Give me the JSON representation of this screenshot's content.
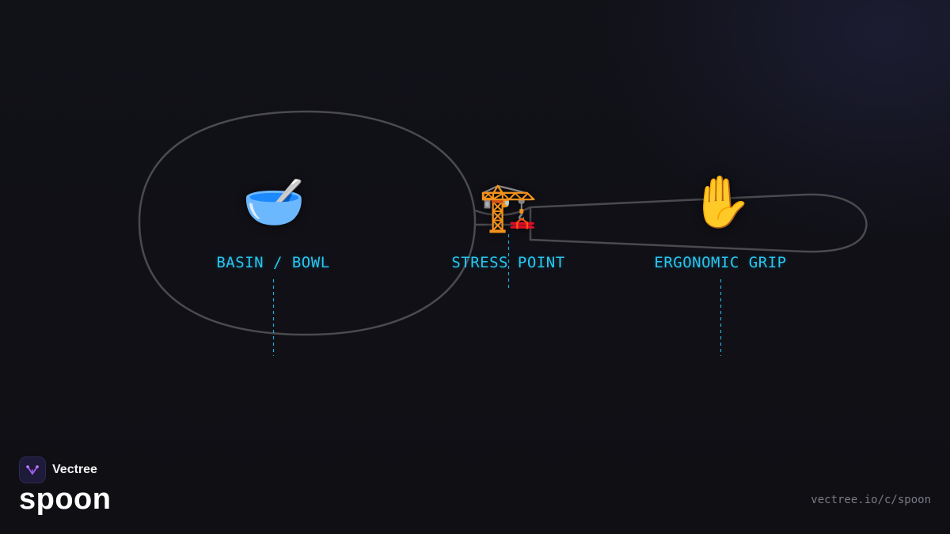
{
  "diagram": {
    "parts": [
      {
        "id": "basin",
        "icon": "bowl-with-spoon-icon",
        "glyph": "🥣",
        "label": "BASIN / BOWL"
      },
      {
        "id": "stress",
        "icon": "construction-crane-icon",
        "glyph": "🏗️",
        "label": "STRESS POINT"
      },
      {
        "id": "grip",
        "icon": "raised-hand-icon",
        "glyph": "✋",
        "label": "ERGONOMIC GRIP"
      }
    ],
    "colors": {
      "outline": "#4a4a4f",
      "label": "#29c6f0",
      "leader": "#29a8d8"
    }
  },
  "brand": {
    "name": "Vectree",
    "logo_icon": "vectree-logo-icon"
  },
  "title": "spoon",
  "source_url": "vectree.io/c/spoon"
}
